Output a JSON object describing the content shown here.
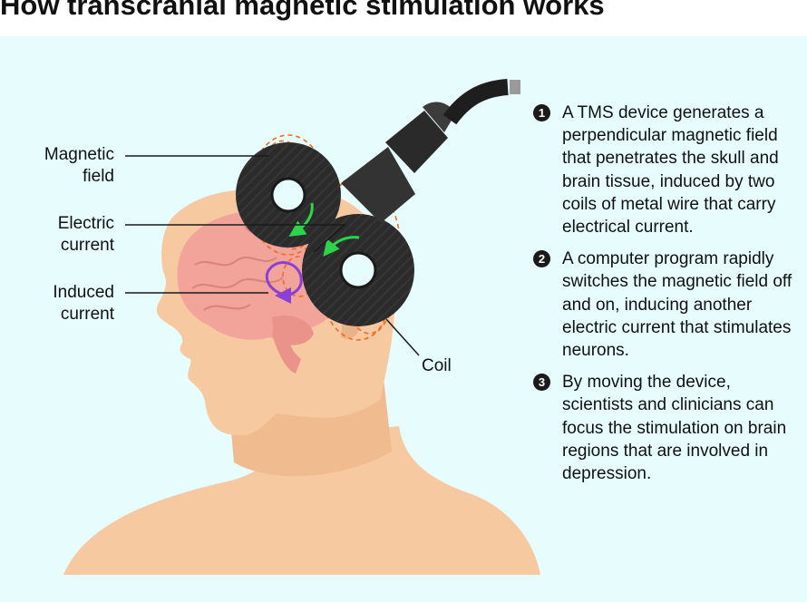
{
  "title": "How transcranial magnetic stimulation works",
  "labels": {
    "magnetic_field": [
      "Magnetic",
      "field"
    ],
    "electric_current": [
      "Electric",
      "current"
    ],
    "induced_current": [
      "Induced",
      "current"
    ],
    "coil": "Coil"
  },
  "steps": [
    {
      "number": "1",
      "text": "A TMS device generates a perpendicular magnetic field that penetrates the skull and brain tissue, induced by two coils of metal wire that carry electrical current."
    },
    {
      "number": "2",
      "text": "A computer program rapidly switches the magnetic field off and on, inducing another electric current that stimulates neurons."
    },
    {
      "number": "3",
      "text": "By moving the device, scientists and clinicians can focus the stimulation on brain regions that are involved in depression."
    }
  ],
  "colors": {
    "background": "#e6fcfd",
    "skin": "#f6c9a0",
    "brain": "#f2a39a",
    "coil": "#2b2b2b",
    "magnetic_field_lines": "#f26a21",
    "electric_current_arrow": "#2bd44a",
    "induced_current_arrow": "#8a3fd6"
  }
}
